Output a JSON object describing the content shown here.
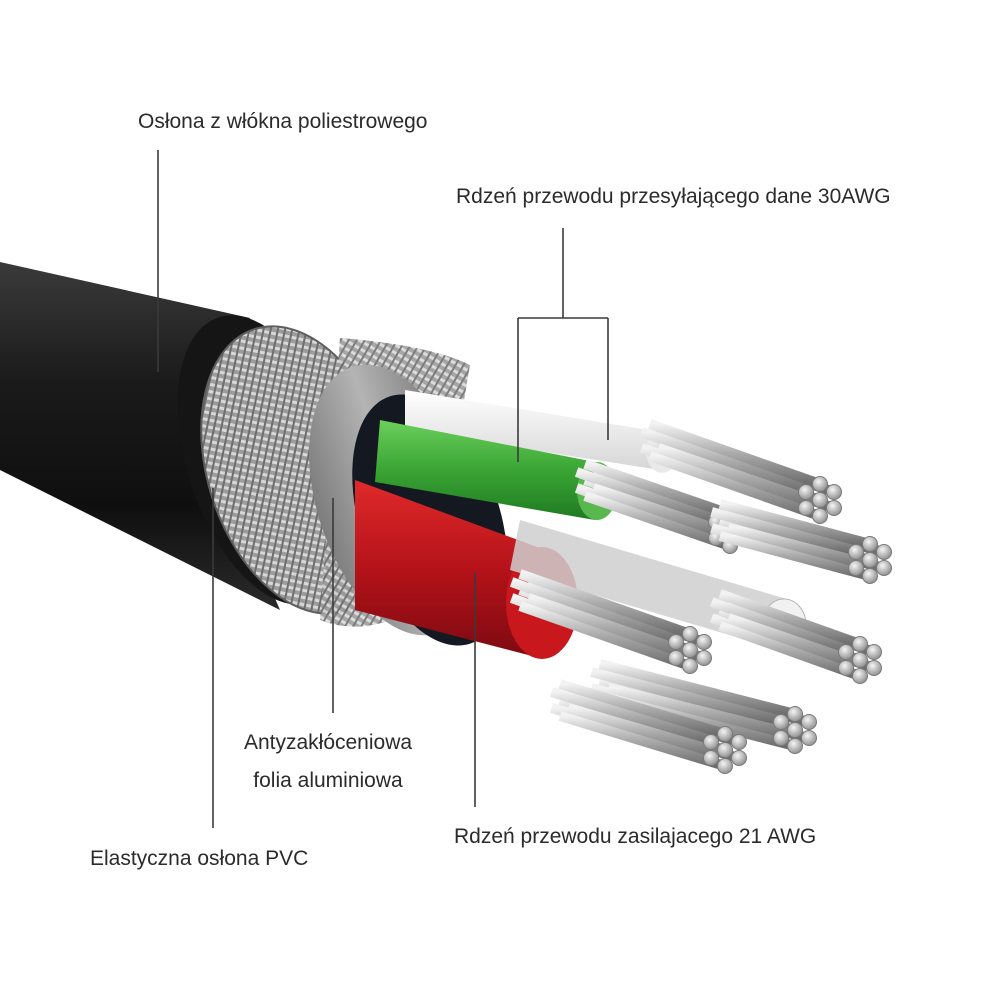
{
  "labels": {
    "jacket": "Osłona z włókna poliestrowego",
    "data_core": "Rdzeń przewodu przesyłającego dane 30AWG",
    "foil_line1": "Antyzakłóceniowa",
    "foil_line2": "folia aluminiowa",
    "power_core": "Rdzeń przewodu zasilajacego 21 AWG",
    "pvc": "Elastyczna osłona PVC"
  },
  "colors": {
    "jacket": "#1c1c1c",
    "braid": "#a9a9a9",
    "foil": "#8f8f8f",
    "data_green": "#3fae3a",
    "data_white": "#f4f4f4",
    "power_red": "#c1141b",
    "strands": "#c8c8c8",
    "leader_line": "#3a3a3a"
  }
}
